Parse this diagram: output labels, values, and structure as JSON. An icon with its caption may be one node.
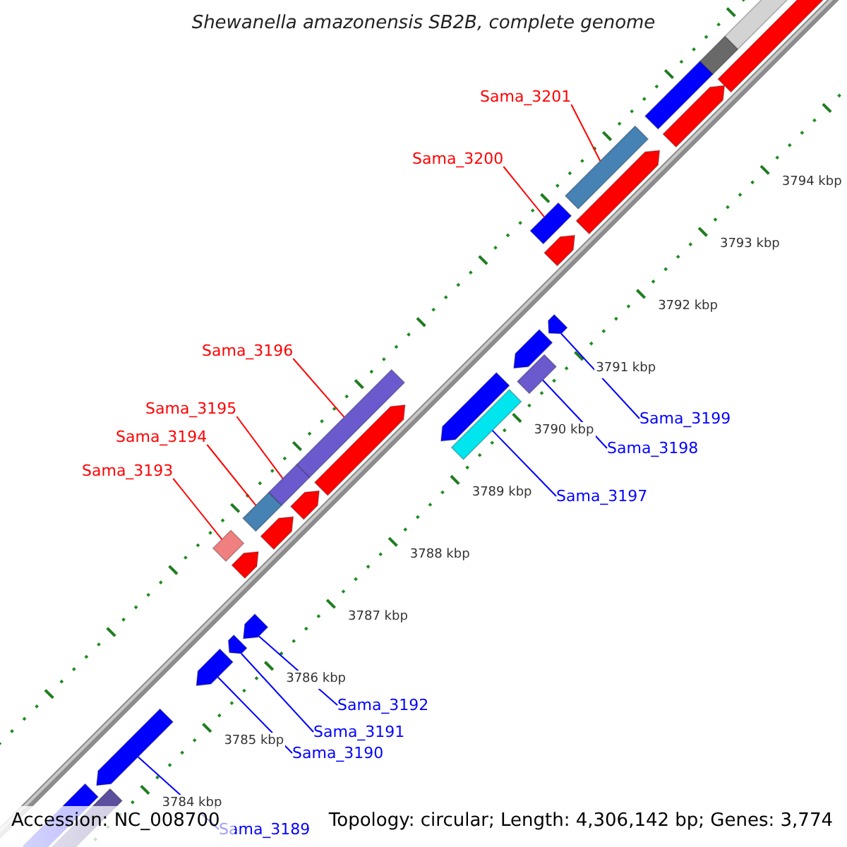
{
  "diagram": {
    "title": "Shewanella amazonensis SB2B, complete genome",
    "nodes": [
      {
        "text": [
          "Sama_3201"
        ]
      },
      {
        "text": [
          "Sama_3200"
        ]
      },
      {
        "text": [
          "Sama_3196"
        ]
      },
      {
        "text": [
          "Sama_3195"
        ]
      },
      {
        "text": [
          "Sama_3194"
        ]
      },
      {
        "text": [
          "Sama_3193"
        ]
      },
      {
        "text": [
          "Sama_3199"
        ]
      },
      {
        "text": [
          "Sama_3198"
        ]
      },
      {
        "text": [
          "Sama_3197"
        ]
      },
      {
        "text": [
          "Sama_3192"
        ]
      },
      {
        "text": [
          "Sama_3191"
        ]
      },
      {
        "text": [
          "Sama_3190"
        ]
      },
      {
        "text": [
          "Sama_3189"
        ]
      },
      {
        "text": [],
        "shape": "pentagon"
      },
      {
        "text": [],
        "shape": "bar"
      },
      {
        "text": [],
        "shape": "pentagon"
      },
      {
        "text": [],
        "shape": "pentagon"
      },
      {
        "text": [],
        "shape": "pentagon"
      },
      {
        "text": [],
        "shape": "pentagon"
      },
      {
        "text": [],
        "shape": "bar"
      },
      {
        "text": [],
        "shape": "pentagon"
      },
      {
        "text": [],
        "shape": "bar"
      },
      {
        "text": [],
        "shape": "pentagon"
      },
      {
        "text": [],
        "shape": "bar"
      },
      {
        "text": [],
        "shape": "pentagon"
      },
      {
        "text": [],
        "shape": "bar"
      },
      {
        "text": [],
        "shape": "pentagon"
      },
      {
        "text": [],
        "shape": "pentagon"
      },
      {
        "text": [],
        "shape": "bar"
      },
      {
        "text": [],
        "shape": "bar"
      },
      {
        "text": [],
        "shape": "pentagon"
      },
      {
        "text": [],
        "shape": "pentagon"
      },
      {
        "text": [],
        "shape": "pentagon"
      },
      {
        "text": [],
        "shape": "bar"
      },
      {
        "text": [],
        "shape": "pentagon"
      },
      {
        "text": [],
        "shape": "bar"
      },
      {
        "text": [],
        "shape": "bar"
      },
      {
        "text": [],
        "shape": "pentagon"
      },
      {
        "text": [],
        "shape": "bar"
      },
      {
        "text": [],
        "shape": "pentagon"
      },
      {
        "text": [],
        "shape": "bar"
      }
    ],
    "edges": [
      {
        "from": 0,
        "to": 35,
        "arrow": "none",
        "color": "#ff0000"
      },
      {
        "from": 1,
        "to": 33,
        "arrow": "none",
        "color": "#ff0000"
      },
      {
        "from": 2,
        "to": 25,
        "arrow": "none",
        "color": "#ff0000"
      },
      {
        "from": 3,
        "to": 23,
        "arrow": "none",
        "color": "#ff0000"
      },
      {
        "from": 4,
        "to": 21,
        "arrow": "none",
        "color": "#ff0000"
      },
      {
        "from": 5,
        "to": 19,
        "arrow": "none",
        "color": "#ff0000"
      },
      {
        "from": 6,
        "to": 31,
        "arrow": "none"
      },
      {
        "from": 7,
        "to": 29,
        "arrow": "none"
      },
      {
        "from": 8,
        "to": 28,
        "arrow": "none"
      },
      {
        "from": 9,
        "to": 18,
        "arrow": "none"
      },
      {
        "from": 10,
        "to": 17,
        "arrow": "none"
      },
      {
        "from": 11,
        "to": 16,
        "arrow": "none"
      },
      {
        "from": 12,
        "to": 15,
        "arrow": "none"
      }
    ],
    "labels": [
      "3794 kbp",
      "3793 kbp",
      "3792 kbp",
      "3791 kbp",
      "3790 kbp",
      "3789 kbp",
      "3788 kbp",
      "3787 kbp",
      "3786 kbp",
      "3785 kbp",
      "3784 kbp",
      "Accession: NC_008700",
      "Topology: circular; Length: 4,306,142 bp; Genes: 3,774"
    ]
  }
}
